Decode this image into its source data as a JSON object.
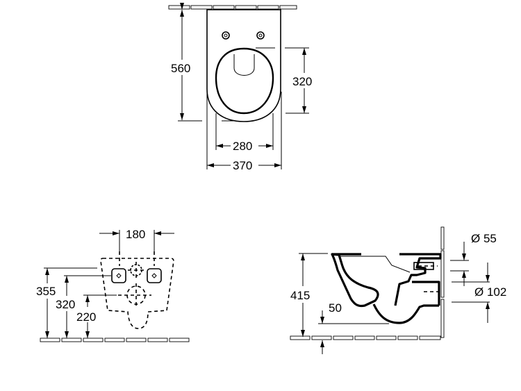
{
  "top_view": {
    "height": "560",
    "seat_depth": "320",
    "seat_width": "280",
    "width": "370"
  },
  "front_view": {
    "fixing_spacing": "180",
    "h1": "355",
    "h2": "320",
    "h3": "220"
  },
  "side_view": {
    "height": "415",
    "offset": "50",
    "inlet": "Ø 55",
    "outlet": "Ø 102"
  }
}
